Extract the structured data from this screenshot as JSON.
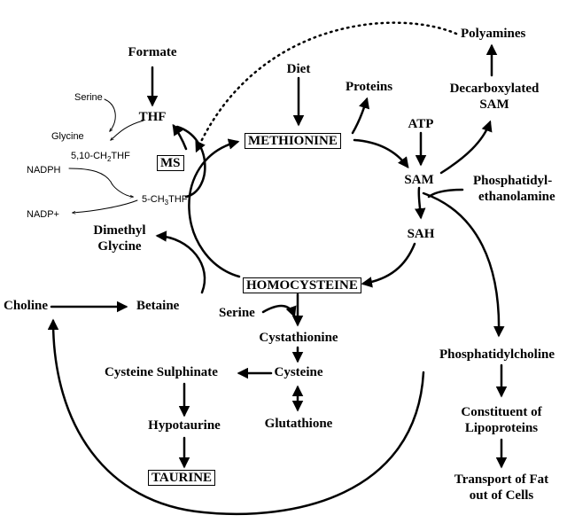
{
  "folate_cycle": {
    "formate": "Formate",
    "thf": "THF",
    "serine": "Serine",
    "glycine": "Glycine",
    "methylene_thf_prefix": "5,10-CH",
    "methylene_thf_sub": "2",
    "methylene_thf_suffix": "THF",
    "nadph": "NADPH",
    "nadp": "NADP+",
    "methyl_thf_prefix": "5-CH",
    "methyl_thf_sub": "3",
    "methyl_thf_suffix": "THF",
    "ms": "MS"
  },
  "methionine_cycle": {
    "diet": "Diet",
    "methionine": "METHIONINE",
    "proteins": "Proteins",
    "atp": "ATP",
    "sam": "SAM",
    "sah": "SAH",
    "homocysteine": "HOMOCYSTEINE",
    "dimethyl": "Dimethyl",
    "glycine": "Glycine",
    "betaine": "Betaine",
    "choline": "Choline"
  },
  "polyamine_branch": {
    "polyamines": "Polyamines",
    "decarboxylated": "Decarboxylated",
    "sam": "SAM"
  },
  "phospholipid_branch": {
    "phosphatidyl": "Phosphatidyl-",
    "ethanolamine": "ethanolamine",
    "phosphatidylcholine": "Phosphatidylcholine",
    "constituent_of": "Constituent of",
    "lipoproteins": "Lipoproteins",
    "transport_of_fat": "Transport of Fat",
    "out_of_cells": "out of Cells"
  },
  "transsulfuration": {
    "serine": "Serine",
    "cystathionine": "Cystathionine",
    "cysteine": "Cysteine",
    "glutathione": "Glutathione",
    "cysteine_sulphinate": "Cysteine Sulphinate",
    "hypotaurine": "Hypotaurine",
    "taurine": "TAURINE"
  }
}
